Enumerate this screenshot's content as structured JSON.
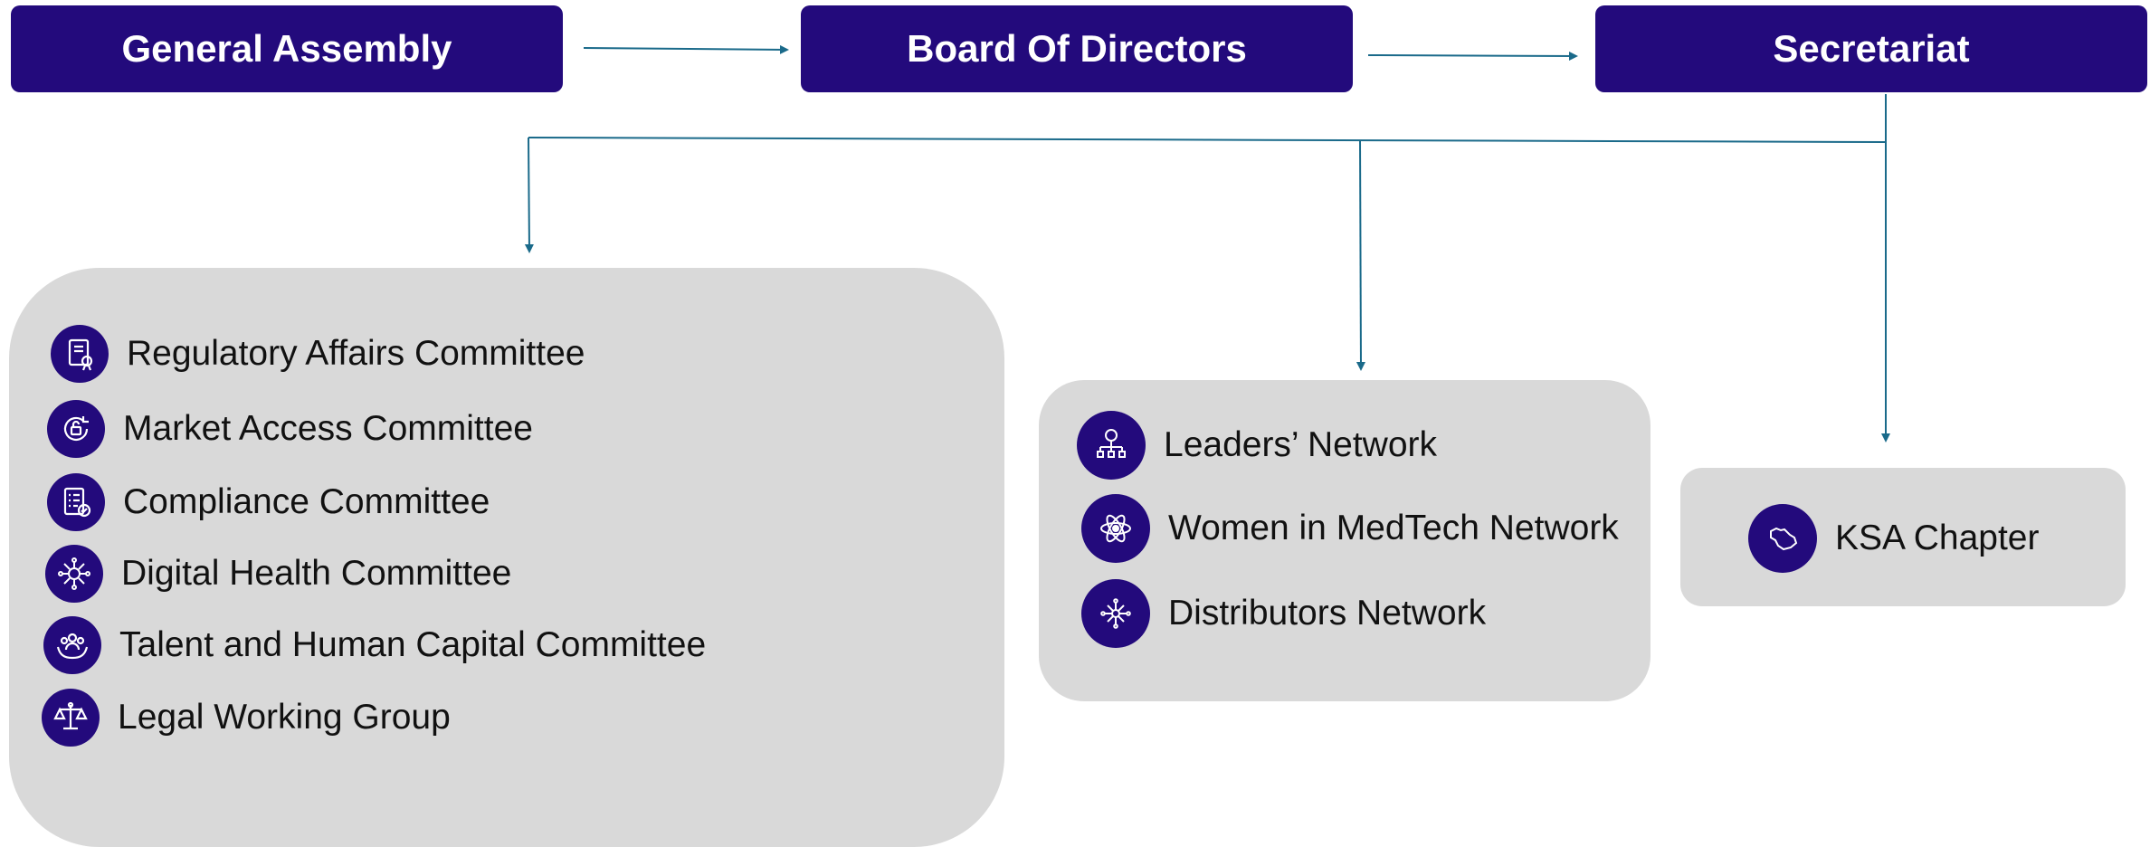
{
  "header": {
    "general_assembly": "General Assembly",
    "board_of_directors": "Board Of Directors",
    "secretariat": "Secretariat"
  },
  "committees": [
    {
      "label": "Regulatory Affairs Committee",
      "icon": "certificate-icon"
    },
    {
      "label": "Market Access Committee",
      "icon": "unlock-cycle-icon"
    },
    {
      "label": "Compliance Committee",
      "icon": "checklist-icon"
    },
    {
      "label": "Digital Health Committee",
      "icon": "digital-network-icon"
    },
    {
      "label": "Talent and Human Capital Committee",
      "icon": "people-hands-icon"
    },
    {
      "label": "Legal Working Group",
      "icon": "scales-icon"
    }
  ],
  "networks": [
    {
      "label": "Leaders’ Network",
      "icon": "org-chart-icon"
    },
    {
      "label": "Women in MedTech Network",
      "icon": "atom-icon"
    },
    {
      "label": "Distributors Network",
      "icon": "hub-network-icon"
    }
  ],
  "chapters": [
    {
      "label": "KSA Chapter",
      "icon": "saudi-map-icon"
    }
  ],
  "colors": {
    "box_fill": "#230a7c",
    "connector": "#1a6a8a",
    "panel_fill": "#d9d9d9"
  }
}
